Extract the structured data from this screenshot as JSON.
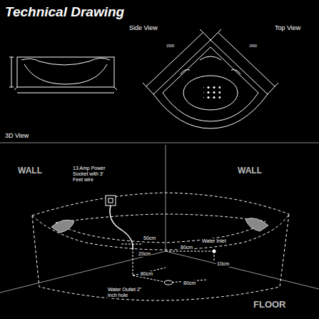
{
  "diagram": {
    "title": "Technical Drawing",
    "labels": [
      "Side View",
      "Top View",
      "1500",
      "1500",
      "3D View",
      "WALL",
      "WALL",
      "13 Amp Power Socket with 3' Feet wire",
      "50cm",
      "20cm",
      "80cm",
      "Water Inlet",
      "10cm",
      "80cm",
      "80cm",
      "Water Outlet 2\" inch hole",
      "FLOOR"
    ]
  }
}
